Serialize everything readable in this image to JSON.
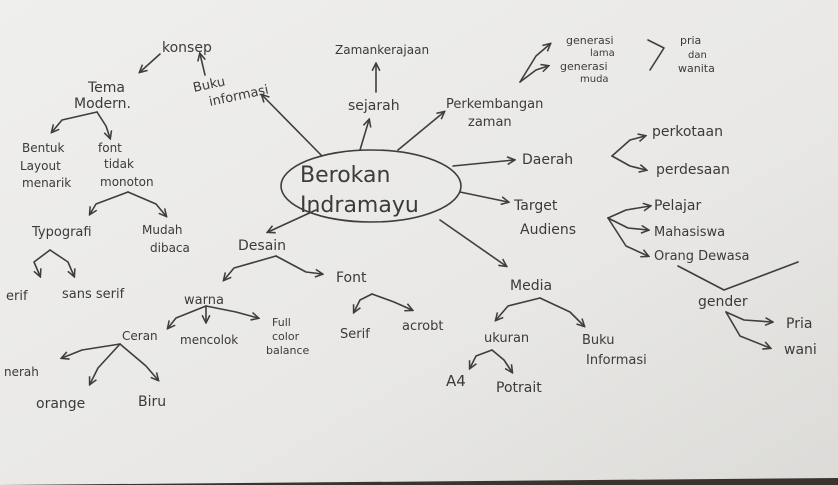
{
  "center": {
    "line1": "Berokan",
    "line2": "Indramayu"
  },
  "nodes": {
    "konsep": "konsep",
    "tema": "Tema",
    "modern": "Modern.",
    "buku_top_1": "Buku",
    "buku_top_2": "informasi",
    "bentuk": "Bentuk",
    "layout": "Layout",
    "menarik": "menarik",
    "font_tidak_1": "font",
    "font_tidak_2": "tidak",
    "monoton": "monoton",
    "typografi": "Typografi",
    "mudah": "Mudah",
    "dibaca": "dibaca",
    "serif_left": "erif",
    "sans_serif": "sans serif",
    "zaman_kerajaan": "Zamankerajaan",
    "sejarah": "sejarah",
    "perkembangan": "Perkembangan",
    "zaman": "zaman",
    "generasi_lama_1": "generasi",
    "generasi_lama_2": "lama",
    "generasi_muda_1": "generasi",
    "generasi_muda_2": "muda",
    "pria_top": "pria",
    "dan": "dan",
    "wanita_top": "wanita",
    "daerah": "Daerah",
    "perkotaan": "perkotaan",
    "perdesaan": "perdesaan",
    "target": "Target",
    "audiens": "Audiens",
    "pelajar": "Pelajar",
    "mahasiswa": "Mahasiswa",
    "orang_dewasa": "Orang Dewasa",
    "gender": "gender",
    "pria_bottom": "Pria",
    "wanita_bottom": "wani",
    "desain": "Desain",
    "warna": "warna",
    "font": "Font",
    "ceran": "Ceran",
    "mencolok": "mencolok",
    "full_1": "Full",
    "full_2": "color",
    "full_3": "balance",
    "merah": "nerah",
    "orange": "orange",
    "biru": "Biru",
    "serif_font": "Serif",
    "acrobt": "acrobt",
    "media": "Media",
    "ukuran": "ukuran",
    "buku_media_1": "Buku",
    "buku_media_2": "Informasi",
    "a4": "A4",
    "potrait": "Potrait"
  }
}
